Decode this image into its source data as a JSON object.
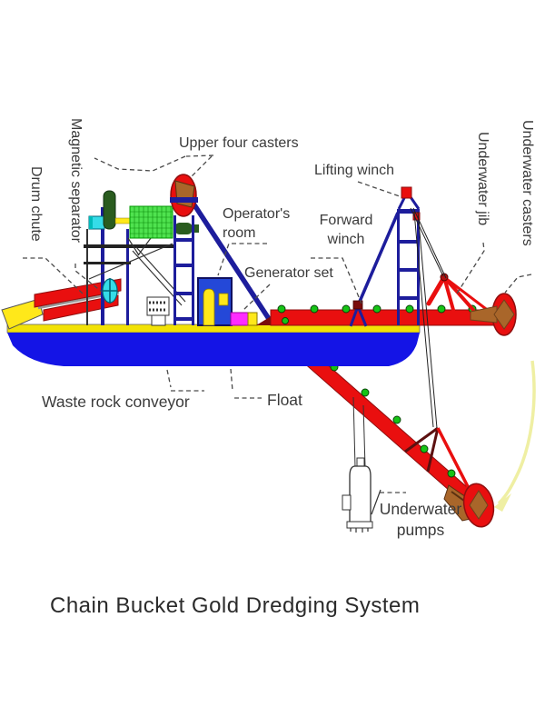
{
  "diagram": {
    "title": "Chain Bucket Gold Dredging System",
    "labels": {
      "drum_chute": "Drum chute",
      "magnetic_separator": "Magnetic separator",
      "upper_four_casters": "Upper four casters",
      "operators_room": "Operator's room",
      "lifting_winch": "Lifting winch",
      "forward_winch": "Forward winch",
      "generator_set": "Generator set",
      "underwater_jib": "Underwater jib",
      "underwater_casters": "Underwater casters",
      "waste_rock_conveyor": "Waste rock conveyor",
      "float": "Float",
      "underwater_pumps": "Underwater pumps"
    },
    "colors": {
      "red": "#e90f0f",
      "dark_red": "#8f0f0f",
      "navy": "#1d1d9c",
      "hull_blue": "#1414e6",
      "room_blue": "#2448d8",
      "deck_yellow": "#f2e205",
      "yellow": "#ffe81a",
      "cyan": "#35dce8",
      "screen_green": "#4fe24f",
      "dark_green": "#2a5c1f",
      "dot_green": "#16c316",
      "magenta": "#ff2cff",
      "brown": "#a9662a",
      "arrow_yellow": "#efefa3"
    }
  }
}
